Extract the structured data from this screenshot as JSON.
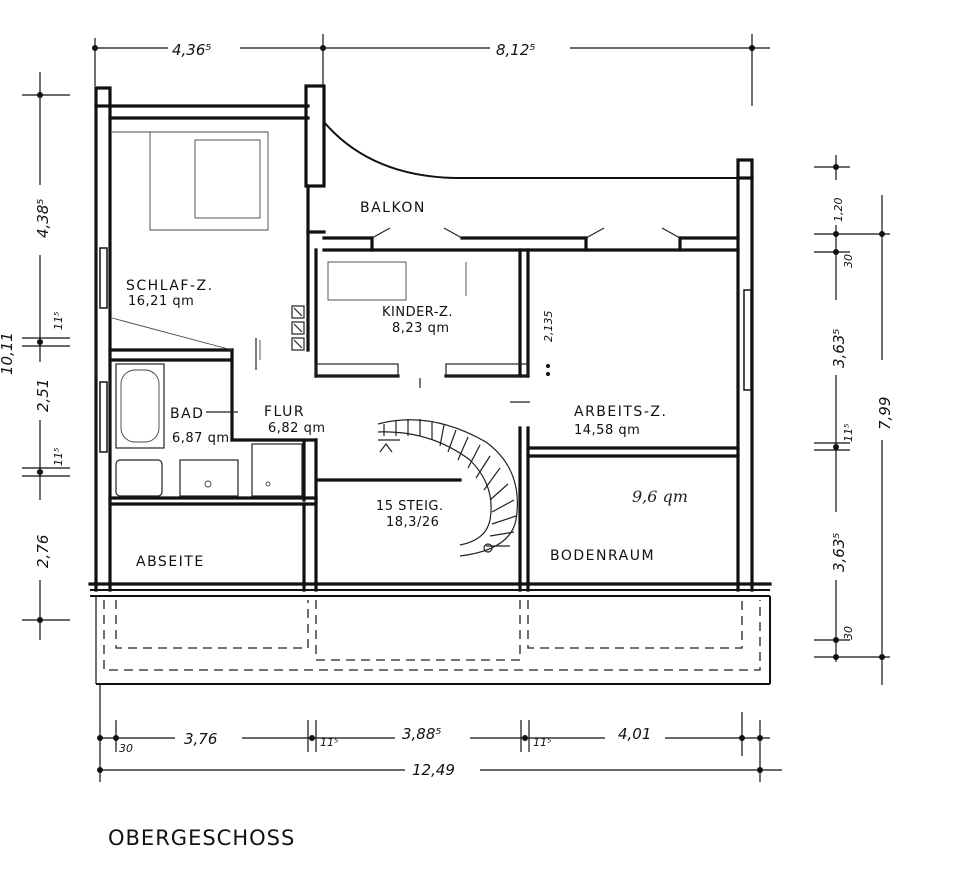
{
  "title": "OBERGESCHOSS",
  "rooms": {
    "schlaf": {
      "name": "SCHLAF-Z.",
      "area": "16,21 qm"
    },
    "kinder": {
      "name": "KINDER-Z.",
      "area": "8,23 qm"
    },
    "balkon": {
      "name": "BALKON"
    },
    "arbeits": {
      "name": "ARBEITS-Z.",
      "area": "14,58 qm"
    },
    "bad": {
      "name": "BAD",
      "area": "6,87 qm"
    },
    "flur": {
      "name": "FLUR",
      "area": "6,82 qm"
    },
    "abseite": {
      "name": "ABSEITE"
    },
    "bodenraum": {
      "name": "BODENRAUM",
      "area": "9,6 qm"
    },
    "stair": {
      "line1": "15 STEIG.",
      "line2": "18,3/26"
    },
    "kinder_height": "2,135"
  },
  "dimensions": {
    "top_left": "4,36⁵",
    "top_right": "8,12⁵",
    "left_1": "4,38⁵",
    "left_2": "11⁵",
    "left_3": "2,51",
    "left_4": "11⁵",
    "left_5": "2,76",
    "left_cut": "10,11",
    "right_1": "1,20",
    "right_2": "30",
    "right_3": "3,63⁵",
    "right_4": "11⁵",
    "right_5": "3,63⁵",
    "right_6": "30",
    "right_total": "7,99",
    "bottom_1": "30",
    "bottom_2": "3,76",
    "bottom_3": "11⁵",
    "bottom_4": "3,88⁵",
    "bottom_5": "11⁵",
    "bottom_6": "4,01",
    "bottom_total": "12,49"
  }
}
